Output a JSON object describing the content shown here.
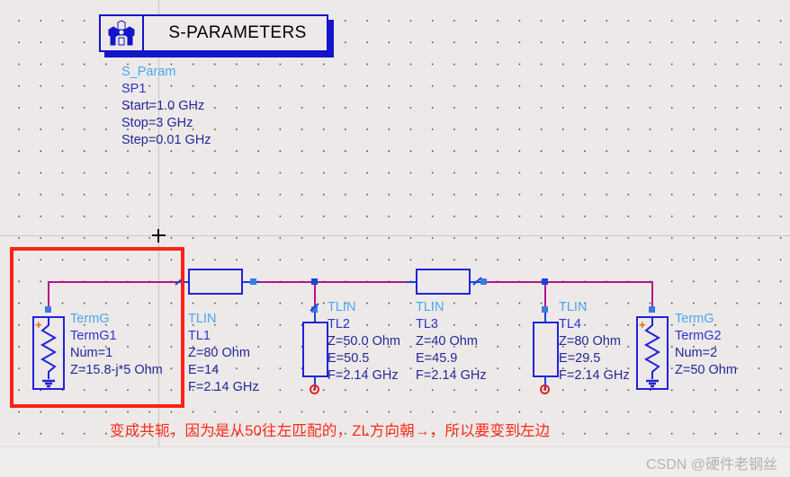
{
  "canvas": {
    "background_color": "#ece9e8",
    "grid_dot_color": "#3a3a3a",
    "axis_color": "#c8c5c4"
  },
  "sparam_block": {
    "icon": "s-parameters-gear-icon",
    "title": "S-PARAMETERS",
    "border_color": "#1414c8",
    "params": [
      {
        "text": "S_Param",
        "color": "#4ba7ef"
      },
      {
        "text": "SP1",
        "color": "#3333cc"
      },
      {
        "text": "Start=1.0 GHz",
        "color": "#262699"
      },
      {
        "text": "Stop=3 GHz",
        "color": "#262699"
      },
      {
        "text": "Step=0.01 GHz",
        "color": "#262699"
      }
    ]
  },
  "components": {
    "term1": {
      "type_label": "TermG",
      "name": "TermG1",
      "num": "Num=1",
      "impedance": "Z=15.8-j*5 Ohm",
      "polarity": "+"
    },
    "tl1": {
      "type_label": "TLIN",
      "name": "TL1",
      "impedance": "Z=80 Ohm",
      "electrical_length": "E=14",
      "frequency": "F=2.14 GHz",
      "orientation": "series"
    },
    "tl2": {
      "type_label": "TLIN",
      "name": "TL2",
      "impedance": "Z=50.0 Ohm",
      "electrical_length": "E=50.5",
      "frequency": "F=2.14 GHz",
      "orientation": "shunt-stub"
    },
    "tl3": {
      "type_label": "TLIN",
      "name": "TL3",
      "impedance": "Z=40 Ohm",
      "electrical_length": "E=45.9",
      "frequency": "F=2.14 GHz",
      "orientation": "series"
    },
    "tl4": {
      "type_label": "TLIN",
      "name": "TL4",
      "impedance": "Z=80 Ohm",
      "electrical_length": "E=29.5",
      "frequency": "F=2.14 GHz",
      "orientation": "shunt-stub"
    },
    "term2": {
      "type_label": "TermG",
      "name": "TermG2",
      "num": "Num=2",
      "impedance": "Z=50 Ohm",
      "polarity": "+"
    }
  },
  "annotation": {
    "text": "变成共轭，因为是从50往左匹配的，ZL方向朝→，所以要变到左边",
    "color": "#fb2a18"
  },
  "selection_rect": {
    "color": "#fd2116"
  },
  "watermark": {
    "text": "CSDN @硬件老钢丝",
    "color": "#b5b2b1"
  }
}
